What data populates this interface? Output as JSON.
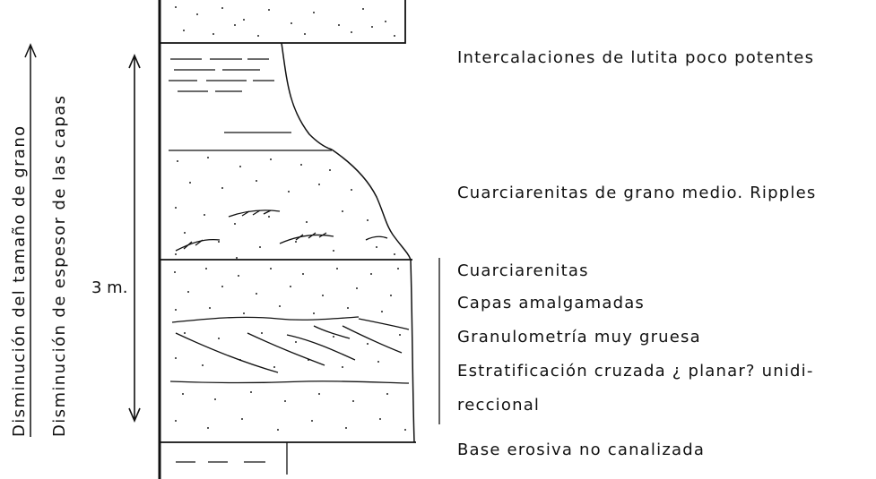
{
  "side_labels": {
    "grain": "Disminución del tamaño de grano",
    "thickness": "Disminución de espesor de las capas"
  },
  "scale_label": "3 m.",
  "layer_labels": {
    "shale": "Intercalaciones de lutita poco potentes",
    "ripples": "Cuarciarenitas de grano medio. Ripples",
    "amalgamated": [
      "Cuarciarenitas",
      "Capas amalgamadas",
      "Granulometría muy gruesa",
      "Estratificación cruzada ¿ planar? unidi-",
      "reccional"
    ],
    "base": "Base erosiva no canalizada"
  }
}
